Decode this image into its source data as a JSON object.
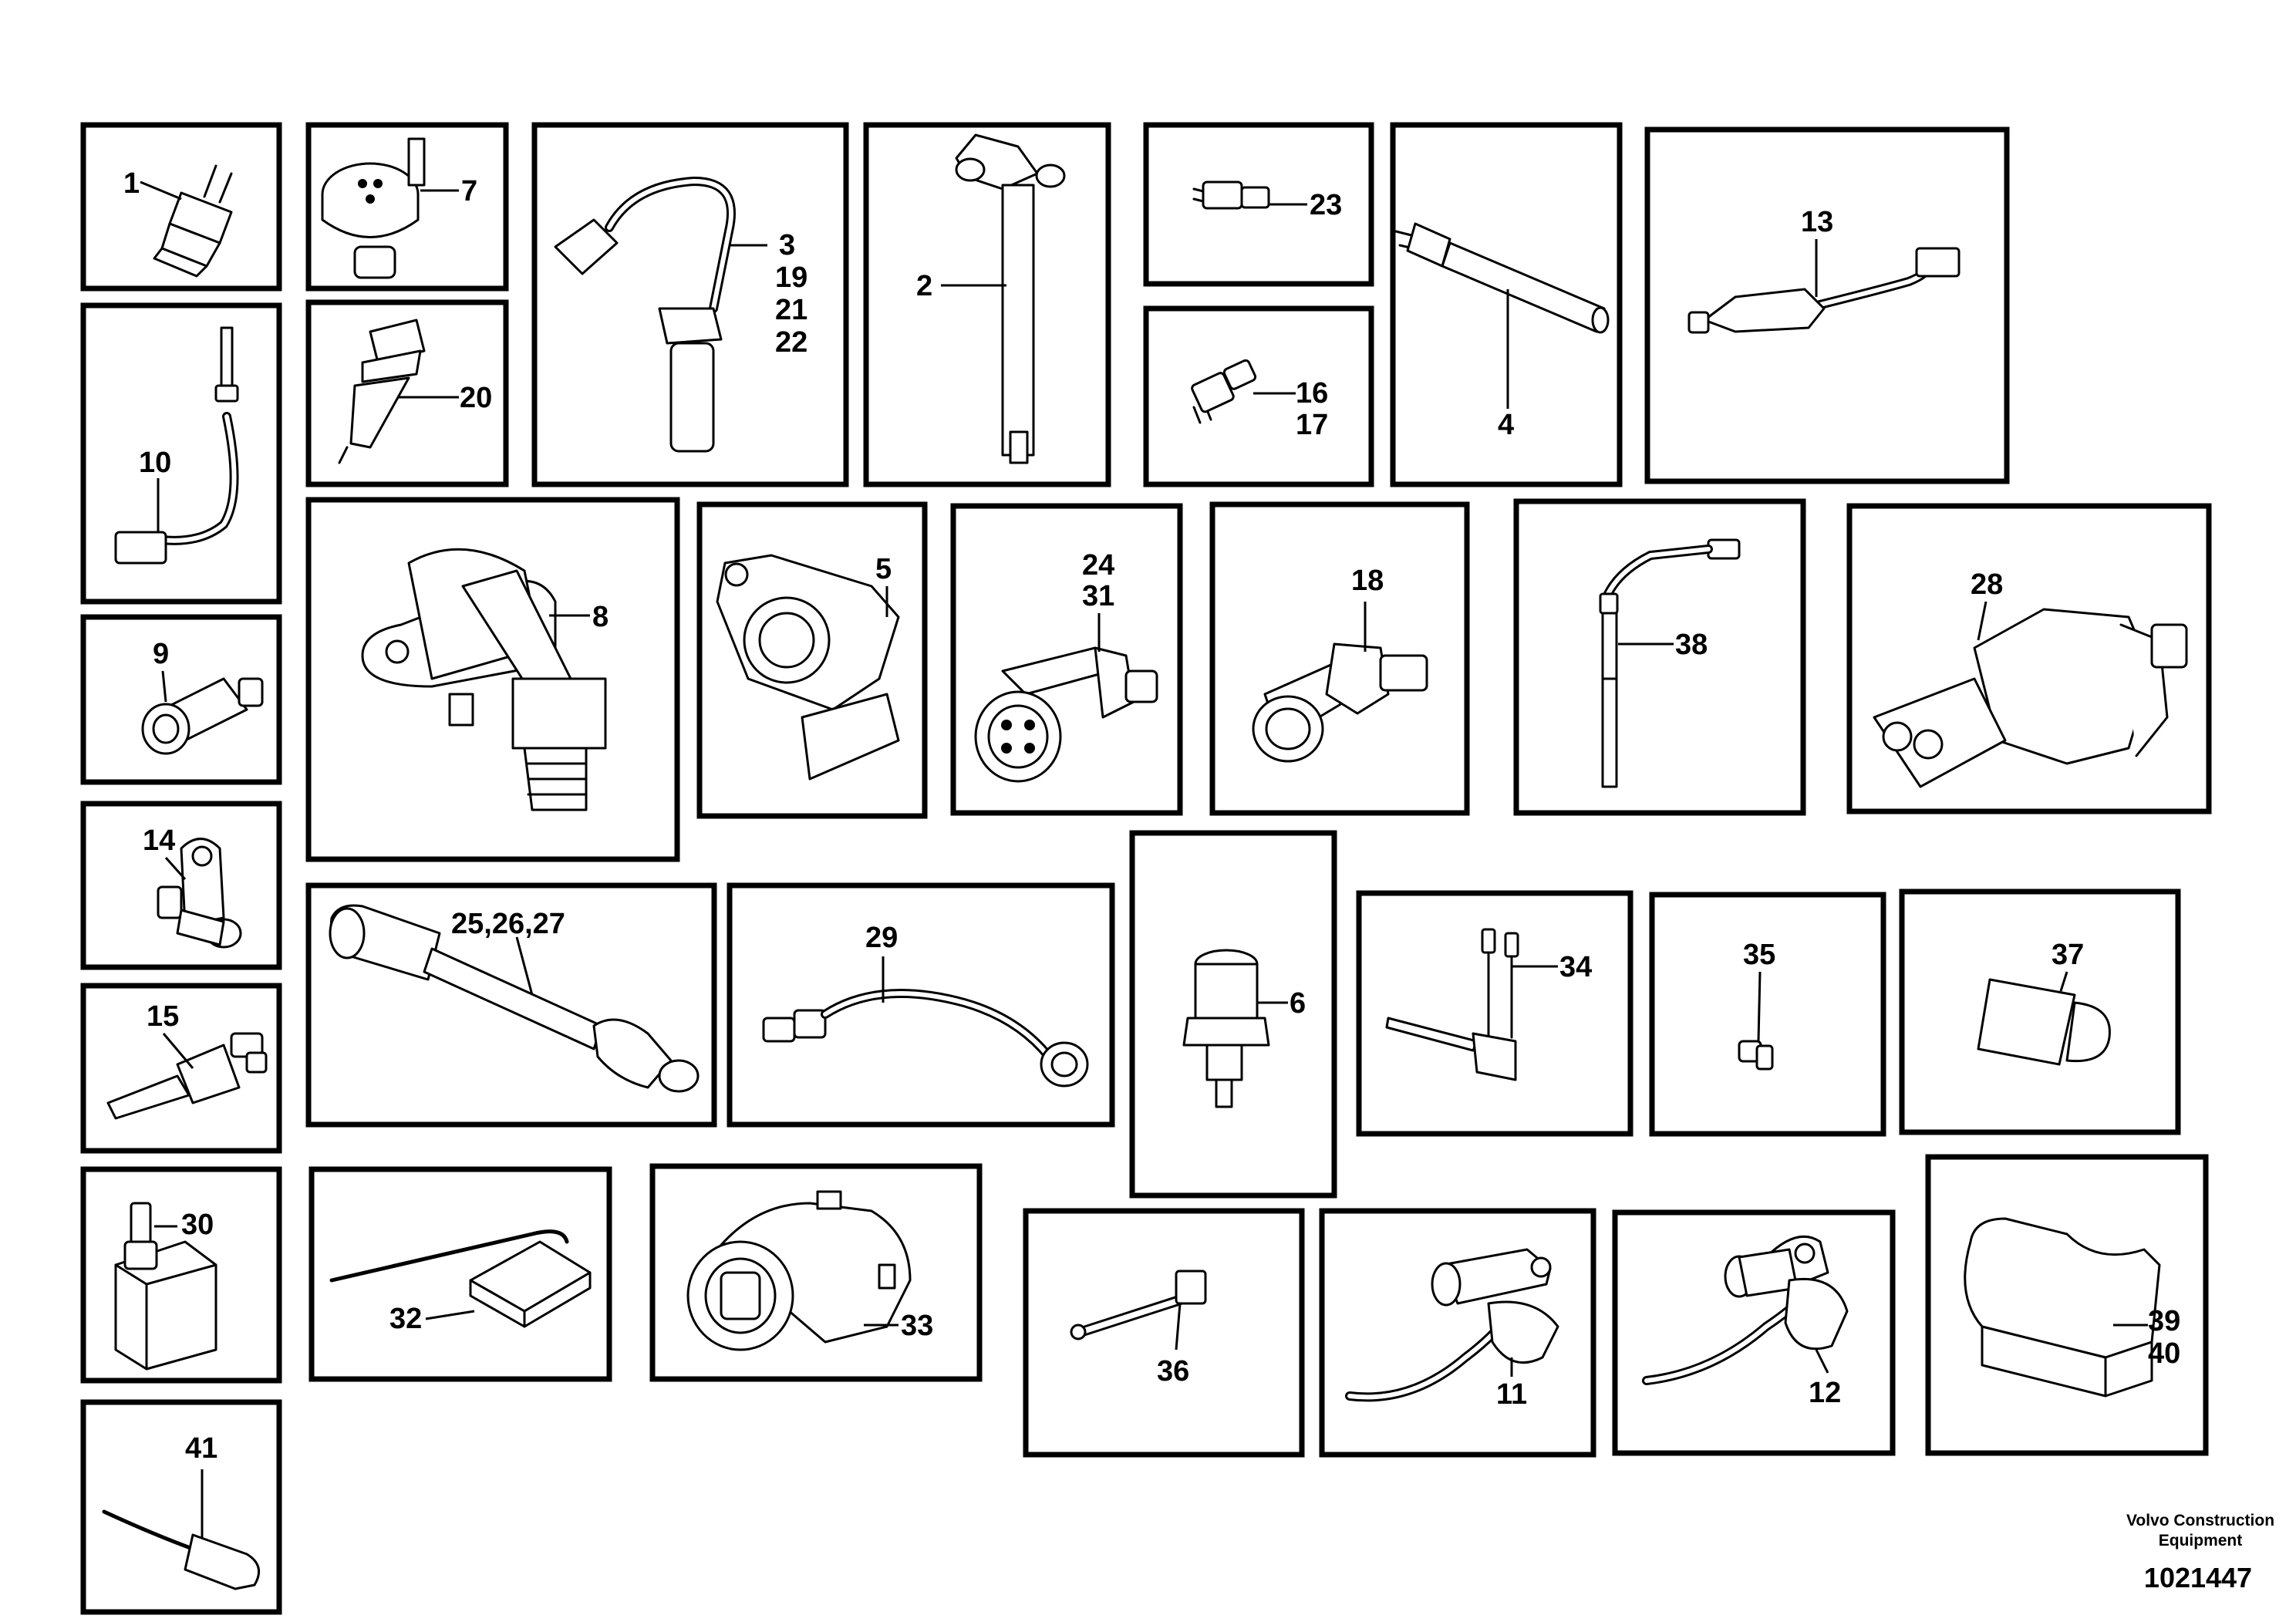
{
  "figure": {
    "callouts": {
      "c1": "1",
      "c7": "7",
      "c3": "3",
      "c19": "19",
      "c21": "21",
      "c22": "22",
      "c2": "2",
      "c23": "23",
      "c4": "4",
      "c13": "13",
      "c10": "10",
      "c20": "20",
      "c16": "16",
      "c17": "17",
      "c8": "8",
      "c5": "5",
      "c24": "24",
      "c31": "31",
      "c18": "18",
      "c38": "38",
      "c28": "28",
      "c9": "9",
      "c14": "14",
      "c15": "15",
      "c25_26_27": "25,26,27",
      "c29": "29",
      "c6": "6",
      "c34": "34",
      "c35": "35",
      "c37": "37",
      "c30": "30",
      "c32": "32",
      "c33": "33",
      "c36": "36",
      "c11": "11",
      "c12": "12",
      "c39": "39",
      "c40": "40",
      "c41": "41"
    }
  },
  "footer": {
    "publisher_line1": "Volvo Construction",
    "publisher_line2": "Equipment",
    "drawing_number": "1021447"
  }
}
